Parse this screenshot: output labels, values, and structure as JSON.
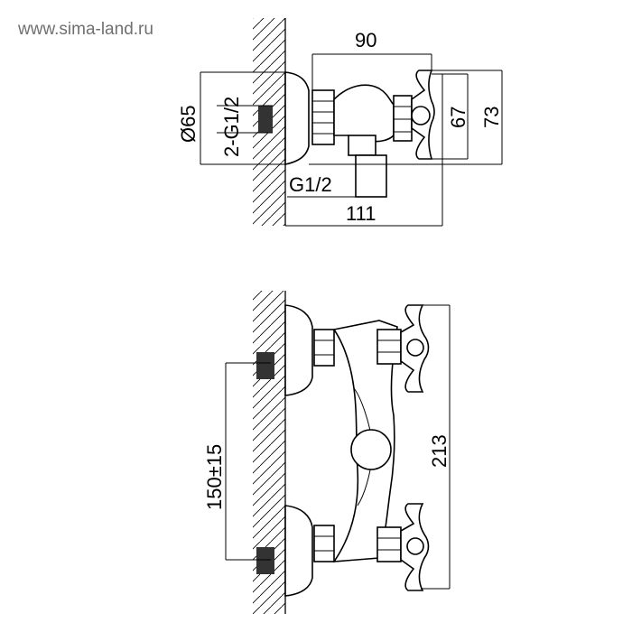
{
  "watermark": "www.sima-land.ru",
  "top_view": {
    "dim_width_handle": "90",
    "dim_diameter": "Ø65",
    "dim_inlets": "2-G1/2",
    "dim_outlet": "G1/2",
    "dim_total_depth": "111",
    "dim_handle_height": "67",
    "dim_total_height": "73"
  },
  "front_view": {
    "dim_center_distance": "150±15",
    "dim_total_length": "213"
  }
}
